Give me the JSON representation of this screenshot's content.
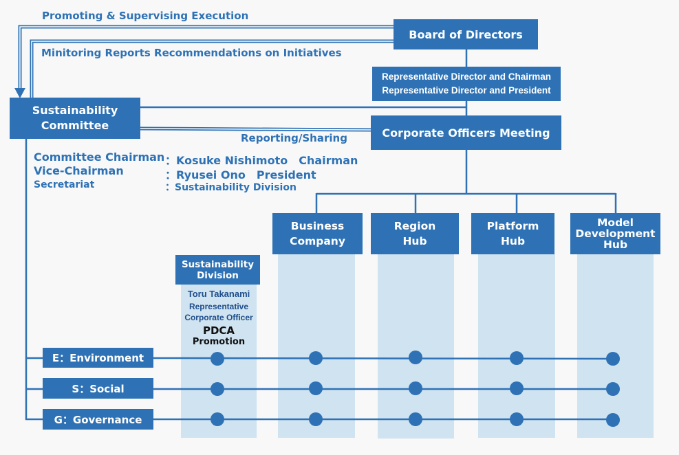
{
  "colors": {
    "primary": "#2e72b5",
    "column_fill": "#cfe3f0",
    "background": "#f8f8f8"
  },
  "flows": {
    "promoting": "Promoting & Supervising Execution",
    "monitoring": "Minitoring Reports Recommendations on Initiatives",
    "reporting": "Reporting/Sharing"
  },
  "board": {
    "label": "Board of Directors"
  },
  "representatives": {
    "line1": "Representative Director and Chairman",
    "line2": "Representative Director and President"
  },
  "officers_meeting": {
    "label": "Corporate Officers Meeting"
  },
  "committee": {
    "line1": "Sustainability",
    "line2": "Committee",
    "members": [
      {
        "role": "Committee Chairman",
        "value": "：Kosuke Nishimoto　Chairman"
      },
      {
        "role": "Vice-Chairman",
        "value": "：Ryusei Ono　President"
      },
      {
        "role": "Secretariat",
        "value": "：Sustainability Division"
      }
    ]
  },
  "units": [
    {
      "line1": "Business",
      "line2": "Company",
      "line3": ""
    },
    {
      "line1": "Region",
      "line2": "Hub",
      "line3": ""
    },
    {
      "line1": "Platform",
      "line2": "Hub",
      "line3": ""
    },
    {
      "line1": "Model",
      "line2": "Development",
      "line3": "Hub"
    }
  ],
  "division": {
    "line1": "Sustainability",
    "line2": "Division",
    "person": "Toru Takanami",
    "title1": "Representative",
    "title2": "Corporate Officer",
    "pdca": "PDCA",
    "promotion": "Promotion"
  },
  "esg": [
    {
      "label": "E：Environment"
    },
    {
      "label": "S：Social"
    },
    {
      "label": "G：Governance"
    }
  ]
}
